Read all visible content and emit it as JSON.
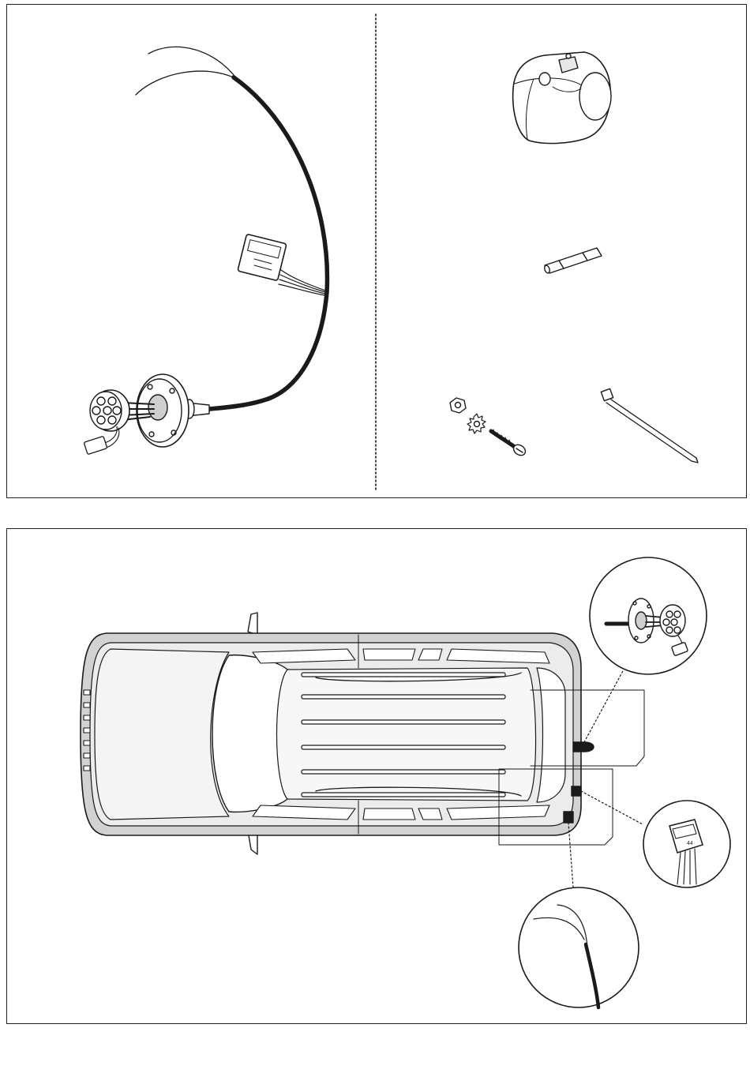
{
  "sheet": {
    "top_panel": {
      "left_section": [
        "wiring-harness",
        "seven-pin-socket-with-mounting-plate",
        "vehicle-connector-plug"
      ],
      "right_section": [
        "socket-cover-cap",
        "fuse",
        "nut",
        "toothed-lock-washer",
        "screw",
        "cable-tie"
      ]
    },
    "bottom_panel": {
      "vehicle_view": "top-view",
      "callouts": [
        "socket-mount-detail",
        "connector-detail",
        "harness-routing-detail"
      ]
    },
    "colors": {
      "line": "#1a1a1a",
      "body_fill": "#d2d2d2",
      "roof_fill": "#f4f4f4",
      "page": "#ffffff"
    }
  }
}
